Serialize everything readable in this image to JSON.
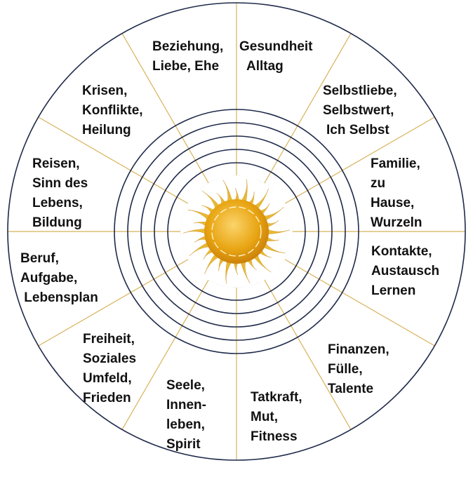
{
  "colors": {
    "outer_ring": "#1f2a4a",
    "inner_rings": "#1f2a4a",
    "spokes": "#d8b25a",
    "sun_core": "#e8a412",
    "sun_rays": "#e9b934",
    "text": "#111111"
  },
  "center_icon": "sun-icon",
  "rings": {
    "inner_count": 7
  },
  "segments": [
    {
      "id": "beziehung",
      "lines": [
        "Beziehung,",
        "Liebe, Ehe"
      ]
    },
    {
      "id": "gesundheit",
      "lines": [
        "Gesundheit",
        "Alltag"
      ]
    },
    {
      "id": "selbstliebe",
      "lines": [
        "Selbstliebe,",
        "Selbstwert,",
        "Ich Selbst"
      ]
    },
    {
      "id": "familie",
      "lines": [
        "Familie,",
        "zu",
        "Hause,",
        "Wurzeln"
      ]
    },
    {
      "id": "kontakte",
      "lines": [
        "Kontakte,",
        "Austausch",
        "Lernen"
      ]
    },
    {
      "id": "finanzen",
      "lines": [
        "Finanzen,",
        "Fülle,",
        "Talente"
      ]
    },
    {
      "id": "tatkraft",
      "lines": [
        "Tatkraft,",
        "Mut,",
        "Fitness"
      ]
    },
    {
      "id": "seele",
      "lines": [
        "Seele,",
        "Innen-",
        "leben,",
        "Spirit"
      ]
    },
    {
      "id": "freiheit",
      "lines": [
        "Freiheit,",
        "Soziales",
        "Umfeld,",
        "Frieden"
      ]
    },
    {
      "id": "beruf",
      "lines": [
        "Beruf,",
        "Aufgabe,",
        " Lebensplan"
      ]
    },
    {
      "id": "reisen",
      "lines": [
        "Reisen,",
        "Sinn des",
        "Lebens,",
        "Bildung"
      ]
    },
    {
      "id": "krisen",
      "lines": [
        "Krisen,",
        "Konflikte,",
        "Heilung"
      ]
    }
  ]
}
